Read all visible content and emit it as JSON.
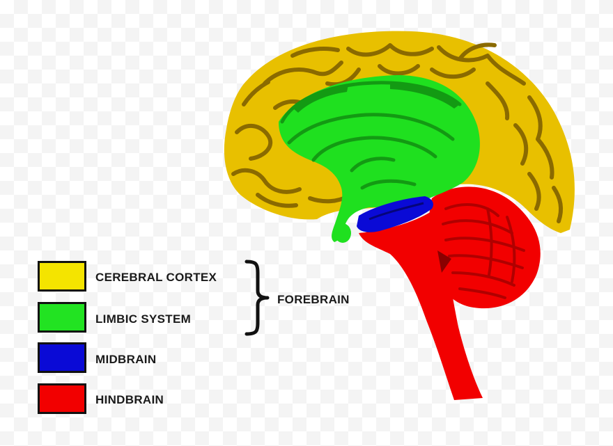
{
  "legend": {
    "items": [
      {
        "label": "CEREBRAL CORTEX",
        "color": "#f4e400"
      },
      {
        "label": "LIMBIC SYSTEM",
        "color": "#22e322"
      },
      {
        "label": "MIDBRAIN",
        "color": "#0a0ad6"
      },
      {
        "label": "HINDBRAIN",
        "color": "#f20000"
      }
    ],
    "group_label": "FOREBRAIN"
  },
  "colors": {
    "cortex_fill": "#e8c000",
    "cortex_fold": "#8a6a00",
    "limbic_fill": "#1fe01f",
    "limbic_dark": "#139a13",
    "midbrain_fill": "#0a0ad6",
    "hindbrain_fill": "#f20000",
    "hindbrain_dark": "#b00000"
  }
}
